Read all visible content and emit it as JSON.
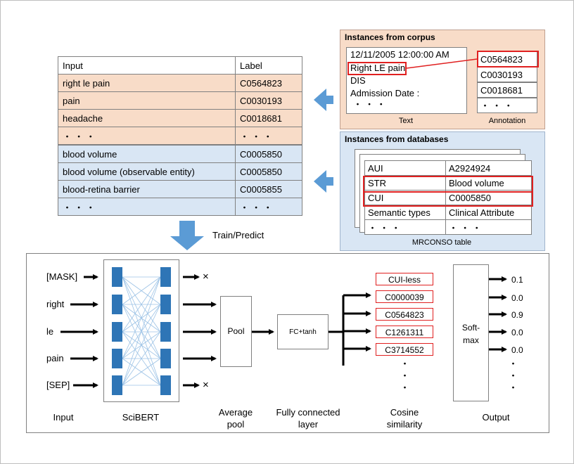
{
  "training_table": {
    "header": {
      "input": "Input",
      "label": "Label"
    },
    "corpus_rows": [
      {
        "input": "right le pain",
        "label": "C0564823"
      },
      {
        "input": "pain",
        "label": "C0030193"
      },
      {
        "input": "headache",
        "label": "C0018681"
      },
      {
        "input": "・ ・ ・",
        "label": "・ ・ ・"
      }
    ],
    "database_rows": [
      {
        "input": "blood volume",
        "label": "C0005850"
      },
      {
        "input": "blood volume (observable entity)",
        "label": "C0005850"
      },
      {
        "input": "blood-retina barrier",
        "label": "C0005855"
      },
      {
        "input": "・ ・ ・",
        "label": "・ ・ ・"
      }
    ]
  },
  "corpus_panel": {
    "title": "Instances from corpus",
    "text_lines": [
      "12/11/2005 12:00:00 AM",
      "Right LE pain",
      "DIS",
      "Admission Date :",
      "・ ・ ・"
    ],
    "text_caption": "Text",
    "annotations": [
      "C0564823",
      "C0030193",
      "C0018681",
      "・ ・ ・"
    ],
    "annotation_caption": "Annotation"
  },
  "database_panel": {
    "title": "Instances from databases",
    "rows": [
      {
        "key": "AUI",
        "value": "A2924924"
      },
      {
        "key": "STR",
        "value": "Blood volume"
      },
      {
        "key": "CUI",
        "value": "C0005850"
      },
      {
        "key": "Semantic types",
        "value": "Clinical Attribute"
      },
      {
        "key": "・ ・ ・",
        "value": "・ ・ ・"
      }
    ],
    "caption": "MRCONSO table"
  },
  "train_predict_label": "Train/Predict",
  "model": {
    "tokens": [
      "[MASK]",
      "right",
      "le",
      "pain",
      "[SEP]"
    ],
    "discard_mark": "×",
    "pool_label": "Pool",
    "fc_label": "FC+tanh",
    "candidates": [
      "CUI-less",
      "C0000039",
      "C0564823",
      "C1261311",
      "C3714552"
    ],
    "softmax_label": [
      "Soft-",
      "max"
    ],
    "outputs": [
      "0.1",
      "0.0",
      "0.9",
      "0.0",
      "0.0"
    ],
    "vertical_dots": "・",
    "captions": {
      "input": "Input",
      "scibert": "SciBERT",
      "average_pool": [
        "Average",
        "pool"
      ],
      "fc": [
        "Fully connected",
        "layer"
      ],
      "cosine": [
        "Cosine",
        "similarity"
      ],
      "output": "Output"
    }
  },
  "colors": {
    "corpus_fill": "#f8dcc8",
    "database_fill": "#d9e6f4",
    "arrow_blue": "#5b9bd5",
    "neuron_blue": "#2e75b6",
    "highlight_red": "#e02020"
  }
}
